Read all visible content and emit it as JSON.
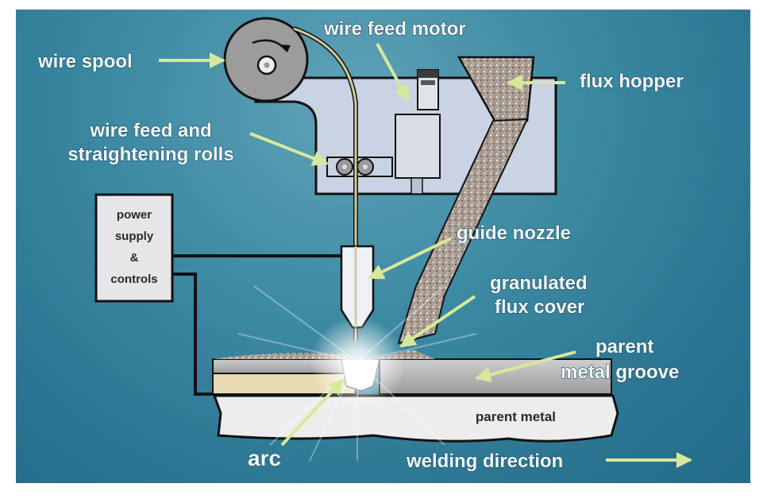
{
  "diagram": {
    "title": "Submerged arc welding process",
    "labels": {
      "wire_spool": "wire spool",
      "wire_feed_motor": "wire feed motor",
      "flux_hopper": "flux hopper",
      "wire_feed_rolls_line1": "wire feed and",
      "wire_feed_rolls_line2": "straightening rolls",
      "power_supply_line1": "power",
      "power_supply_line2": "supply",
      "power_supply_line3": "&",
      "power_supply_line4": "controls",
      "guide_nozzle": "guide nozzle",
      "granulated_flux_line1": "granulated",
      "granulated_flux_line2": "flux cover",
      "parent_groove_line1": "parent",
      "parent_groove_line2": "metal groove",
      "parent_metal": "parent metal",
      "arc": "arc",
      "welding_direction": "welding direction"
    },
    "colors": {
      "background": "#3d8aa3",
      "arrow": "#d8e89a",
      "housing": "#c9d3e3",
      "spool": "#9a9a9a",
      "flux": "#a89c92",
      "groove_metal": "#b9b9b9",
      "parent_metal": "#eeeeee",
      "filler_layer": "#e6d9b0"
    }
  }
}
